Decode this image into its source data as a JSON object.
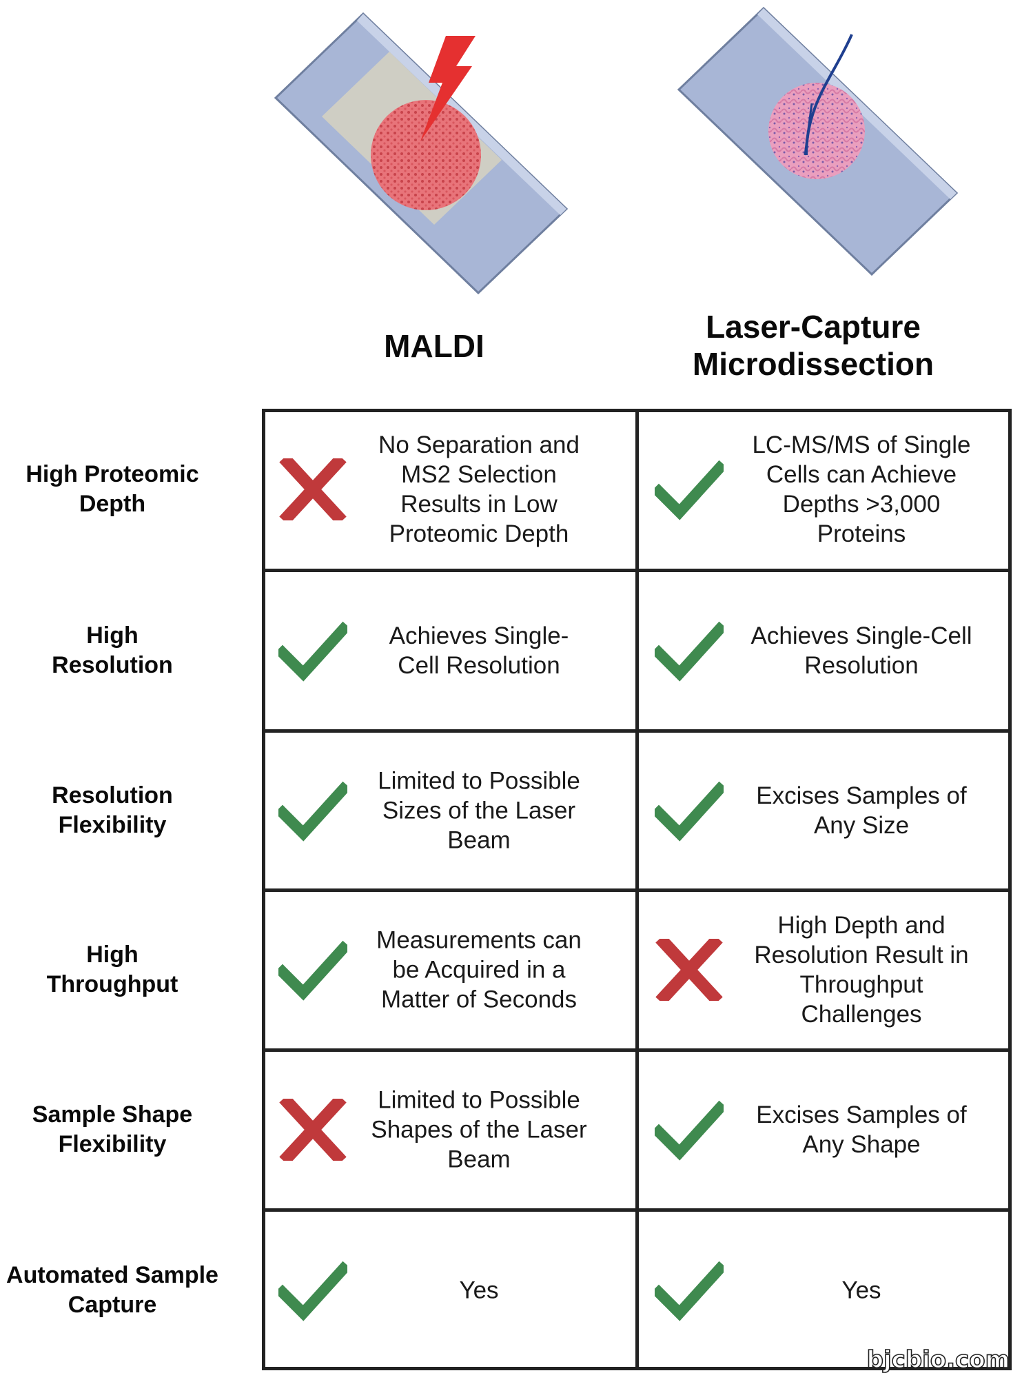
{
  "columns": [
    {
      "lines": [
        "MALDI"
      ]
    },
    {
      "lines": [
        "Laser-Capture",
        "Microdissection"
      ]
    }
  ],
  "rows": [
    {
      "label": [
        "High Proteomic",
        "Depth"
      ],
      "cells": [
        {
          "mark": "cross",
          "lines": [
            "No Separation and",
            "MS2 Selection",
            "Results in Low",
            "Proteomic Depth"
          ]
        },
        {
          "mark": "check",
          "lines": [
            "LC-MS/MS of Single",
            "Cells can Achieve",
            "Depths >3,000",
            "Proteins"
          ]
        }
      ]
    },
    {
      "label": [
        "High",
        "Resolution"
      ],
      "cells": [
        {
          "mark": "check",
          "lines": [
            "Achieves Single-",
            "Cell Resolution"
          ]
        },
        {
          "mark": "check",
          "lines": [
            "Achieves Single-Cell",
            "Resolution"
          ]
        }
      ]
    },
    {
      "label": [
        "Resolution",
        "Flexibility"
      ],
      "cells": [
        {
          "mark": "check",
          "lines": [
            "Limited to Possible",
            "Sizes of the Laser",
            "Beam"
          ]
        },
        {
          "mark": "check",
          "lines": [
            "Excises Samples of",
            "Any Size"
          ]
        }
      ]
    },
    {
      "label": [
        "High",
        "Throughput"
      ],
      "cells": [
        {
          "mark": "check",
          "lines": [
            "Measurements can",
            "be Acquired in a",
            "Matter of Seconds"
          ]
        },
        {
          "mark": "cross",
          "lines": [
            "High Depth and",
            "Resolution Result in",
            "Throughput",
            "Challenges"
          ]
        }
      ]
    },
    {
      "label": [
        "Sample Shape",
        "Flexibility"
      ],
      "cells": [
        {
          "mark": "cross",
          "lines": [
            "Limited to Possible",
            "Shapes of the Laser",
            "Beam"
          ]
        },
        {
          "mark": "check",
          "lines": [
            "Excises Samples of",
            "Any Shape"
          ]
        }
      ]
    },
    {
      "label": [
        "Automated Sample",
        "Capture"
      ],
      "cells": [
        {
          "mark": "check",
          "lines": [
            "Yes"
          ]
        },
        {
          "mark": "check",
          "lines": [
            "Yes"
          ]
        }
      ]
    }
  ],
  "icons": {
    "maldi": "maldi-slide-laser-icon",
    "lcm": "lcm-slide-needle-icon",
    "check": "check-icon",
    "cross": "cross-icon"
  },
  "colors": {
    "check": "#3f8a4f",
    "cross": "#c0393b",
    "grid": "#222222"
  },
  "watermark": "bjcbio.com"
}
